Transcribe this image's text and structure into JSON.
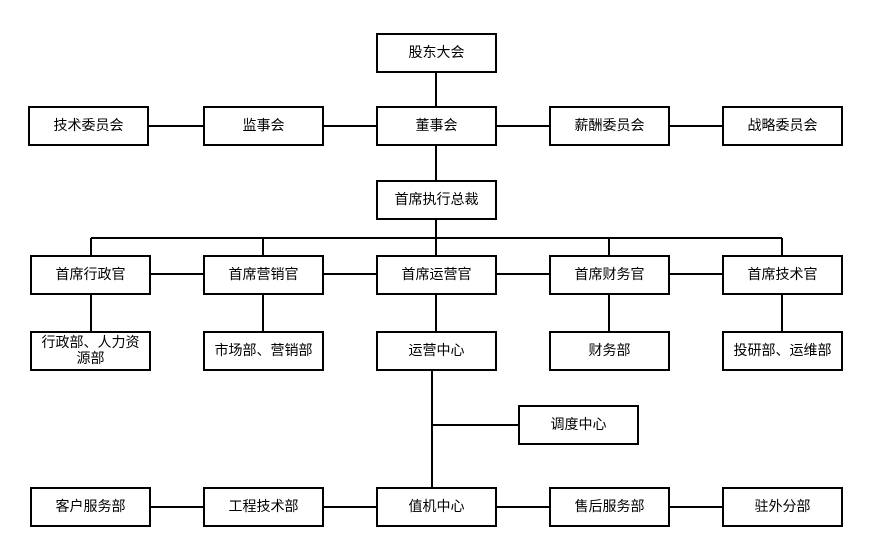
{
  "nodes": {
    "shareholders": "股东大会",
    "tech_committee": "技术委员会",
    "supervisory_board": "监事会",
    "board": "董事会",
    "compensation_committee": "薪酬委员会",
    "strategy_committee": "战略委员会",
    "ceo": "首席执行总裁",
    "cao": "首席行政官",
    "cmo": "首席营销官",
    "coo": "首席运营官",
    "cfo": "首席财务官",
    "cto": "首席技术官",
    "admin_hr_dept": "行政部、人力资源部",
    "marketing_sales_dept": "市场部、营销部",
    "operations_center": "运营中心",
    "finance_dept": "财务部",
    "research_ops_dept": "投研部、运维部",
    "dispatch_center": "调度中心",
    "customer_service_dept": "客户服务部",
    "engineering_dept": "工程技术部",
    "duty_center": "值机中心",
    "after_sales_dept": "售后服务部",
    "field_branch": "驻外分部"
  },
  "colors": {
    "line": "#000000",
    "box_border": "#000000",
    "box_fill": "#ffffff",
    "text": "#000000"
  }
}
